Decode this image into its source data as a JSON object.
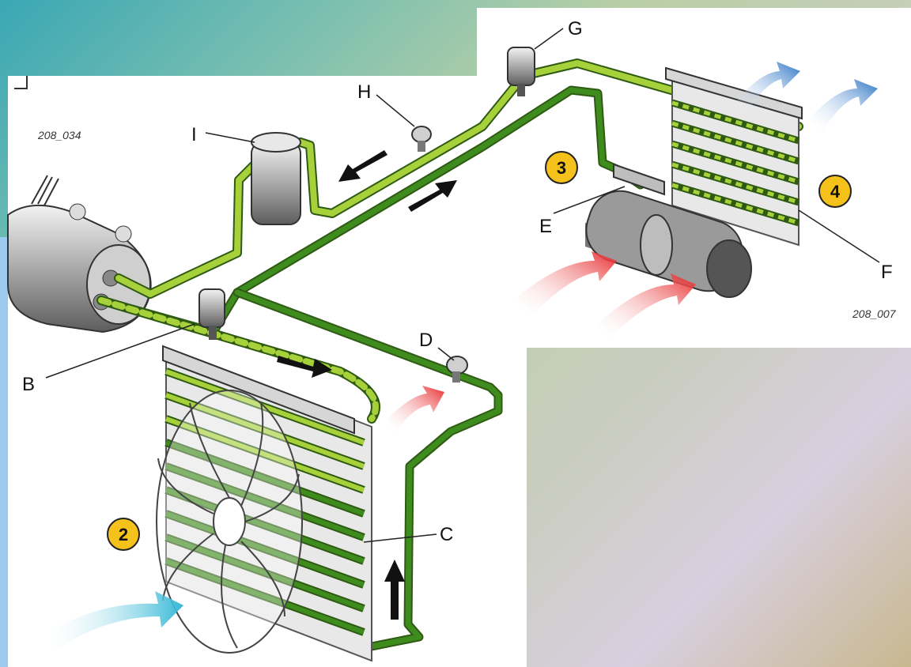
{
  "labels": {
    "A_hidden": "",
    "B": "B",
    "C": "C",
    "D": "D",
    "E": "E",
    "F": "F",
    "G": "G",
    "H": "H",
    "I": "I"
  },
  "steps": {
    "s2": "2",
    "s3": "3",
    "s4": "4"
  },
  "refs": {
    "left": "208_034",
    "right": "208_007"
  },
  "colors": {
    "pipe_light": "#a6d13a",
    "pipe_dark": "#3f8c1e",
    "pipe_edge": "#2f5a14",
    "hot_arrow": "#e8282a",
    "cool_arrow": "#2a73c4",
    "intake_arrow": "#33b7d6",
    "step_badge": "#f4c21a"
  }
}
